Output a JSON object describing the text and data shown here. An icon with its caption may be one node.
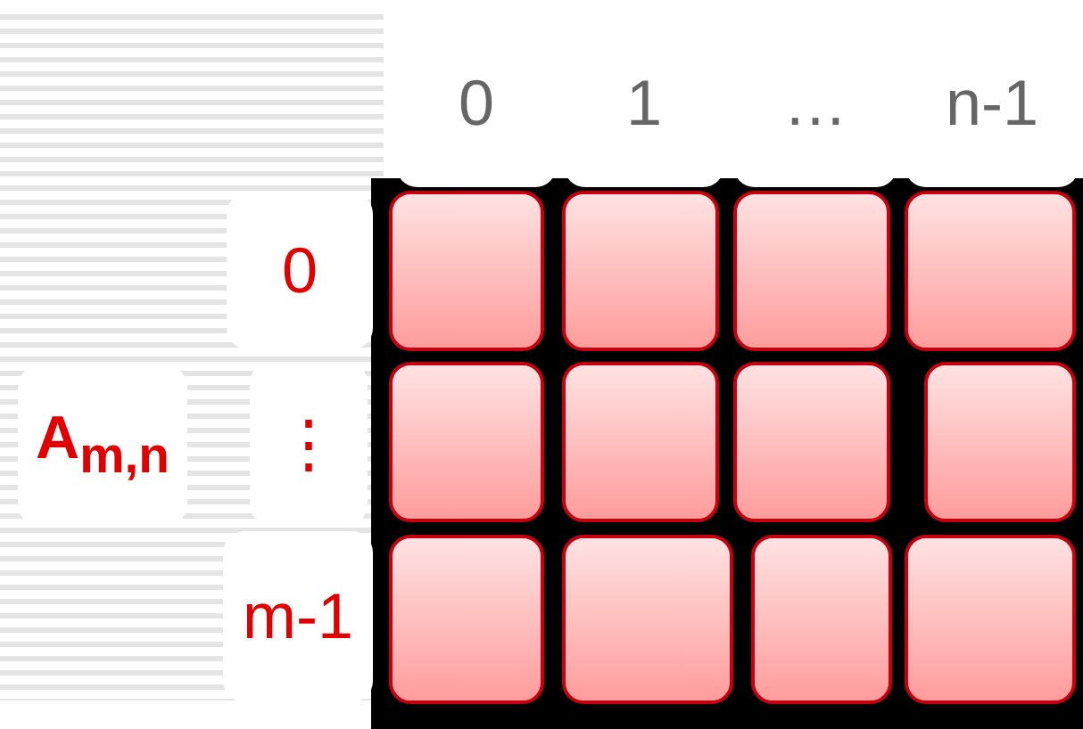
{
  "diagram": {
    "nodes": [
      {
        "text": [
          "0"
        ]
      },
      {
        "text": [
          "1"
        ]
      },
      {
        "text": [
          "…"
        ]
      },
      {
        "text": [
          "n-1"
        ]
      },
      {
        "text": [
          "0"
        ]
      },
      {
        "text": [],
        "shape": "box"
      },
      {
        "text": [],
        "shape": "box"
      },
      {
        "text": [],
        "shape": "box"
      },
      {
        "text": [],
        "shape": "box"
      },
      {
        "text": [
          "A$_{m,n}$"
        ]
      },
      {
        "text": [
          "⋮"
        ]
      },
      {
        "text": [],
        "shape": "box"
      },
      {
        "text": [],
        "shape": "box"
      },
      {
        "text": [],
        "shape": "box"
      },
      {
        "text": [],
        "shape": "box"
      },
      {
        "text": [
          "m-1"
        ]
      },
      {
        "text": [],
        "shape": "box"
      },
      {
        "text": [],
        "shape": "box"
      },
      {
        "text": [],
        "shape": "box"
      },
      {
        "text": [],
        "shape": "box"
      }
    ]
  }
}
